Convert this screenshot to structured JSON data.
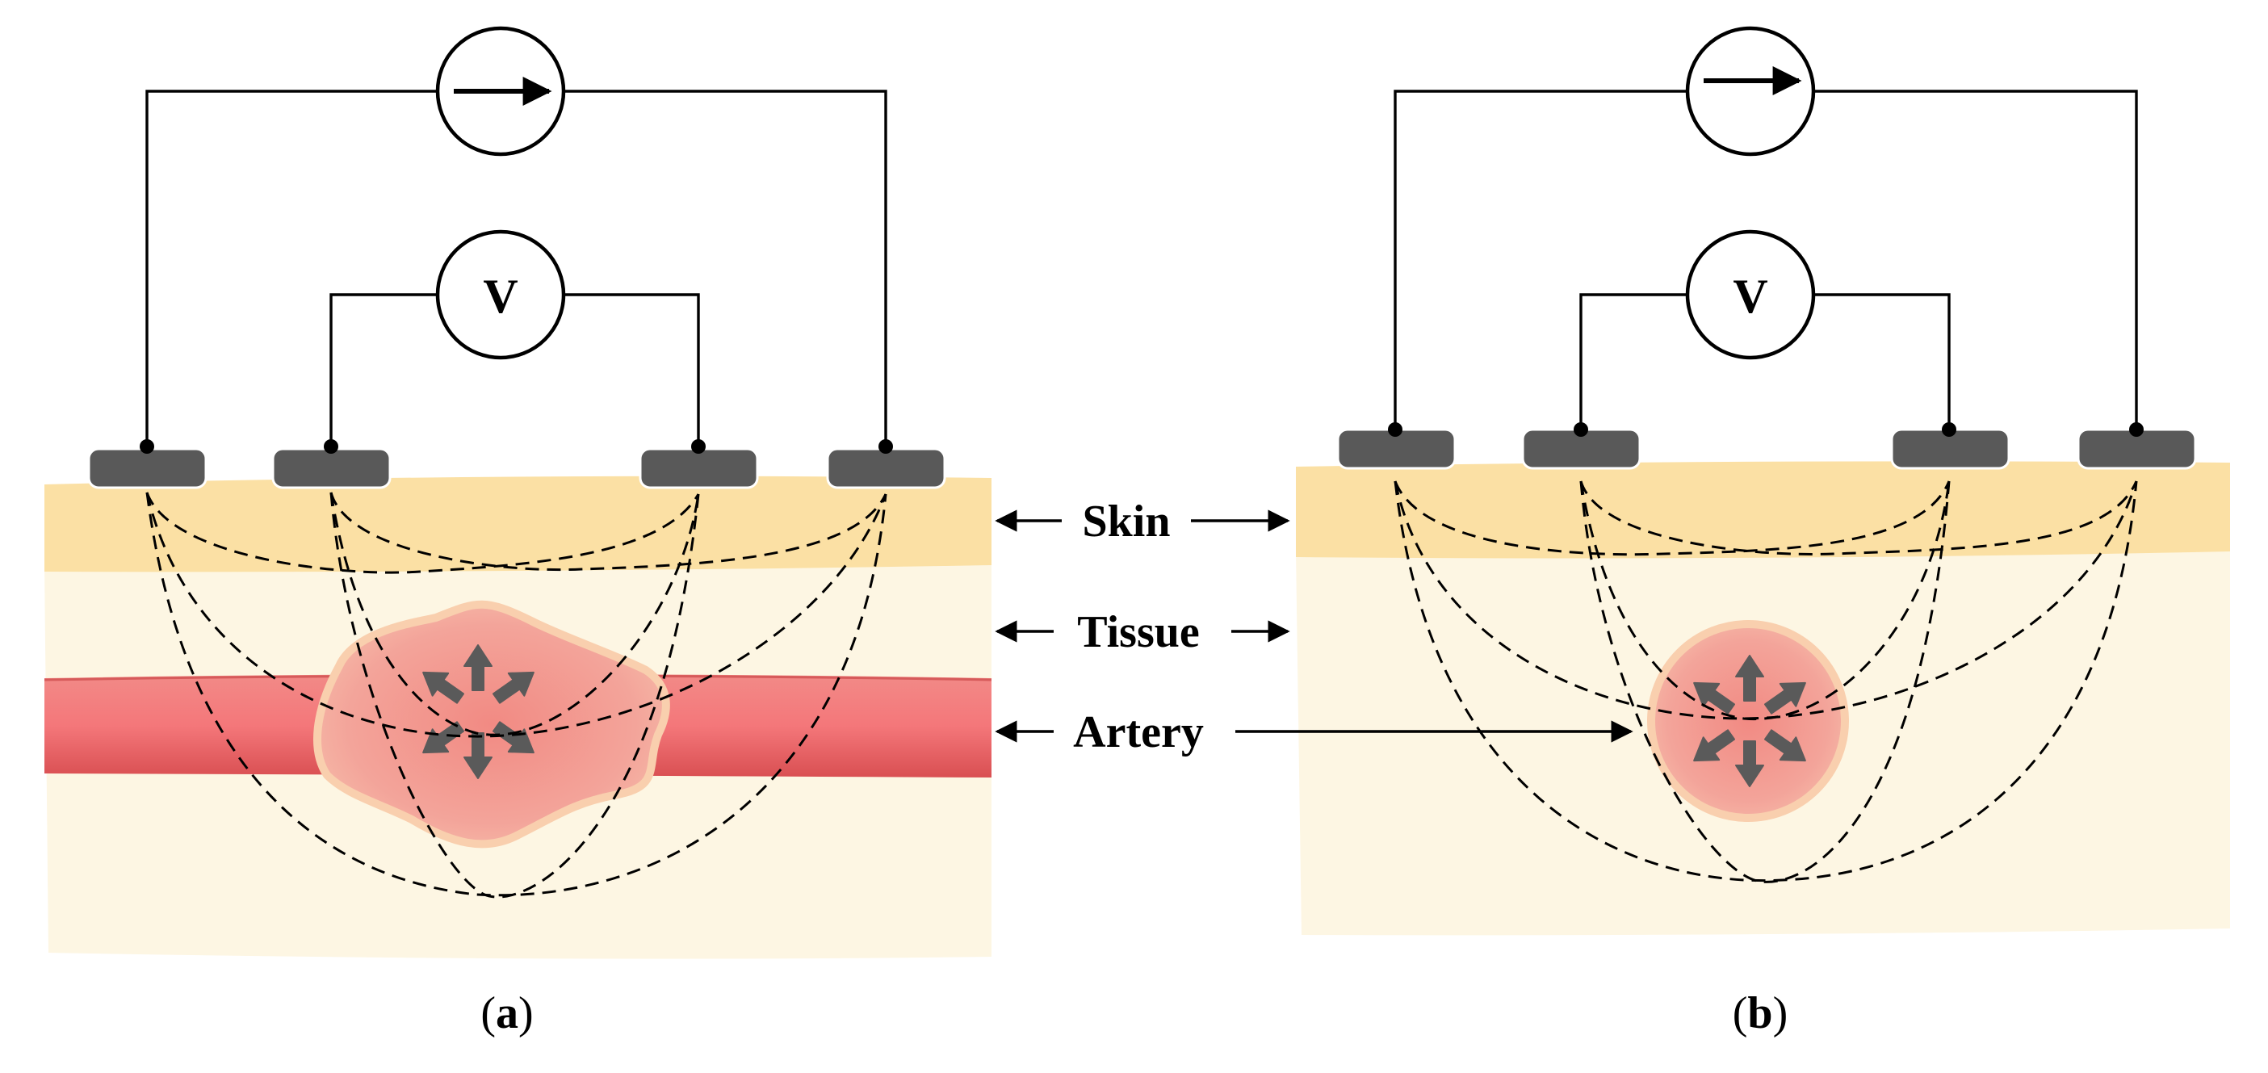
{
  "figure": {
    "layers": {
      "skin": "Skin",
      "tissue": "Tissue",
      "artery": "Artery"
    },
    "meters": {
      "voltmeter": "V"
    },
    "panels": [
      {
        "label_open": "(",
        "label_letter": "a",
        "label_close": ")"
      },
      {
        "label_open": "(",
        "label_letter": "b",
        "label_close": ")"
      }
    ]
  },
  "colors": {
    "skin": "#fbe0a4",
    "tissue": "#fdf6e3",
    "artery": "#f4777a",
    "artery_shadow": "#d94f52",
    "pulse_region": "#f3a49a",
    "pulse_halo": "#f9cfae",
    "electrode": "#595959",
    "arrow": "#5a5a5a"
  },
  "icons": {
    "current_source": "arrow-right-icon",
    "pulse_expansion": "radial-arrows-icon",
    "guide_arrows": "double-arrow-icon"
  }
}
